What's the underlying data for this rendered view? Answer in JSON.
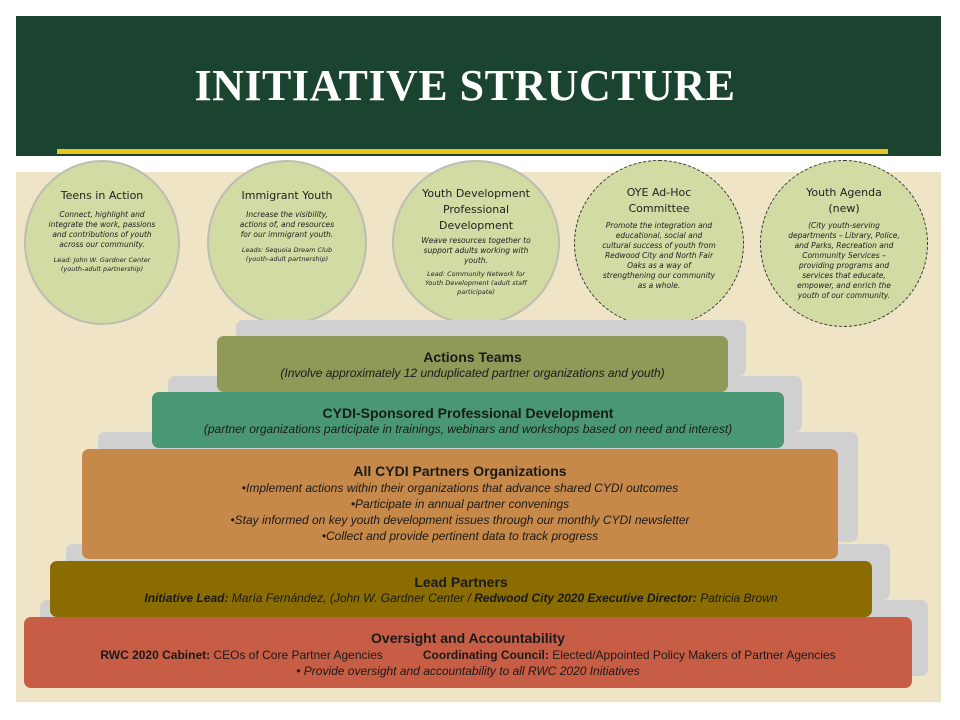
{
  "slide": {
    "title": "INITIATIVE STRUCTURE"
  },
  "circles": [
    {
      "title_lines": [
        "Teens in Action"
      ],
      "description": "Connect, highlight and integrate the work, passions and contributions of youth across our community.",
      "lead": "Lead: John W. Gardner Center (youth-adult partnership)"
    },
    {
      "title_lines": [
        "Immigrant Youth"
      ],
      "description": "Increase the visibility, actions of, and resources for our immigrant youth.",
      "lead": "Leads: Sequoia Dream Club (youth-adult partnership)"
    },
    {
      "title_lines": [
        "Youth Development",
        "Professional",
        "Development"
      ],
      "description": "Weave resources together to support adults working with youth.",
      "lead": "Lead: Community Network for Youth Development (adult staff participate)"
    },
    {
      "title_lines": [
        "OYE Ad-Hoc",
        "Committee"
      ],
      "description": "Promote the integration and educational, social and cultural success of youth from Redwood City and North Fair Oaks as a way of strengthening our community as a whole.",
      "lead": ""
    },
    {
      "title_lines": [
        "Youth Agenda",
        "(new)"
      ],
      "description": "(City youth-serving departments – Library, Police, and Parks, Recreation and Community Services – providing programs and services that educate, empower, and enrich the youth of our community.",
      "lead": ""
    }
  ],
  "tiers": {
    "actions": {
      "title": "Actions Teams",
      "subtitle": "(Involve approximately 12 unduplicated partner organizations and youth)"
    },
    "professional_dev": {
      "title": "CYDI-Sponsored Professional Development",
      "subtitle": "(partner organizations participate in trainings, webinars and workshops based on need and interest)"
    },
    "partners": {
      "title": "All CYDI Partners Organizations",
      "bullets": [
        "•Implement actions within their organizations that advance shared CYDI outcomes",
        "•Participate in annual partner convenings",
        "•Stay informed on key youth development issues through our monthly CYDI newsletter",
        "•Collect and provide pertinent data to track progress"
      ]
    },
    "lead_partners": {
      "title": "Lead Partners",
      "initiative_lead_label": "Initiative Lead:",
      "initiative_lead_value": " María Fernández, (John W. Gardner Center / ",
      "executive_label": "Redwood City 2020 Executive Director:",
      "executive_value": " Patricia Brown"
    },
    "oversight": {
      "title": "Oversight and Accountability",
      "cabinet_label": "RWC 2020 Cabinet:",
      "cabinet_value": " CEOs of Core Partner Agencies",
      "council_label": "Coordinating Council:",
      "council_value": " Elected/Appointed Policy Makers of Partner Agencies",
      "bullet": "• Provide oversight and accountability to all RWC 2020 Initiatives"
    }
  },
  "colors": {
    "header_bg": "#1b4430",
    "accent_gold": "#e8c51c",
    "panel_bg": "#f0e4c7",
    "circle_fill": "#d2dba4",
    "actions_fill": "#8f9958",
    "professional_dev_fill": "#4a9873",
    "partners_fill": "#c6894a",
    "lead_partners_fill": "#8a6c00",
    "oversight_fill": "#c65d44",
    "tier_shadow": "#d0d0d0"
  }
}
